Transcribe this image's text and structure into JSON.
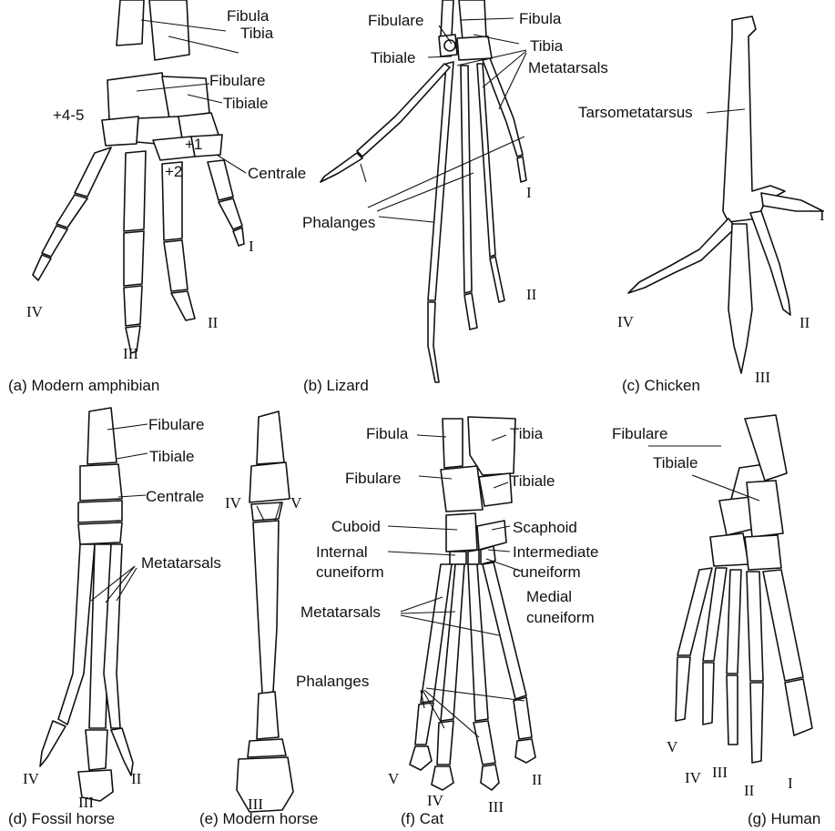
{
  "panels": {
    "a": {
      "caption": "(a) Modern amphibian",
      "labels": {
        "fibula": "Fibula",
        "tibia": "Tibia",
        "fibulare": "Fibulare",
        "tibiale": "Tibiale",
        "centrale": "Centrale"
      },
      "marks": {
        "c45": "+4-5",
        "c1": "+1",
        "c2": "+2"
      },
      "digits": {
        "d1": "I",
        "d2": "II",
        "d3": "III",
        "d4": "IV"
      }
    },
    "b": {
      "caption": "(b) Lizard",
      "labels": {
        "fibulare": "Fibulare",
        "fibula": "Fibula",
        "tibiale": "Tibiale",
        "tibia": "Tibia",
        "metatarsals": "Metatarsals",
        "phalanges": "Phalanges"
      },
      "digits": {
        "d1": "I",
        "d2": "II"
      }
    },
    "c": {
      "caption": "(c) Chicken",
      "labels": {
        "tarsometatarsus": "Tarsometatarsus"
      },
      "digits": {
        "d1": "I",
        "d2": "II",
        "d3": "III",
        "d4": "IV"
      }
    },
    "d": {
      "caption": "(d) Fossil horse",
      "labels": {
        "fibulare": "Fibulare",
        "tibiale": "Tibiale",
        "centrale": "Centrale",
        "metatarsals": "Metatarsals"
      },
      "digits": {
        "d2": "II",
        "d3": "III",
        "d4": "IV"
      }
    },
    "e": {
      "caption": "(e) Modern horse",
      "digits": {
        "d3": "III",
        "d4": "IV",
        "d5": "V"
      }
    },
    "f": {
      "caption": "(f) Cat",
      "labels": {
        "fibula": "Fibula",
        "tibia": "Tibia",
        "fibulare": "Fibulare",
        "tibiale": "Tibiale",
        "cuboid": "Cuboid",
        "scaphoid": "Scaphoid",
        "internal1": "Internal",
        "internal2": "cuneiform",
        "intermediate1": "Intermediate",
        "intermediate2": "cuneiform",
        "medial1": "Medial",
        "medial2": "cuneiform",
        "metatarsals": "Metatarsals",
        "phalanges": "Phalanges"
      },
      "digits": {
        "d2": "II",
        "d3": "III",
        "d4": "IV",
        "d5": "V"
      }
    },
    "g": {
      "caption": "(g) Human",
      "labels": {
        "fibulare": "Fibulare",
        "tibiale": "Tibiale"
      },
      "digits": {
        "d1": "I",
        "d2": "II",
        "d3": "III",
        "d4": "IV",
        "d5": "V"
      }
    }
  }
}
